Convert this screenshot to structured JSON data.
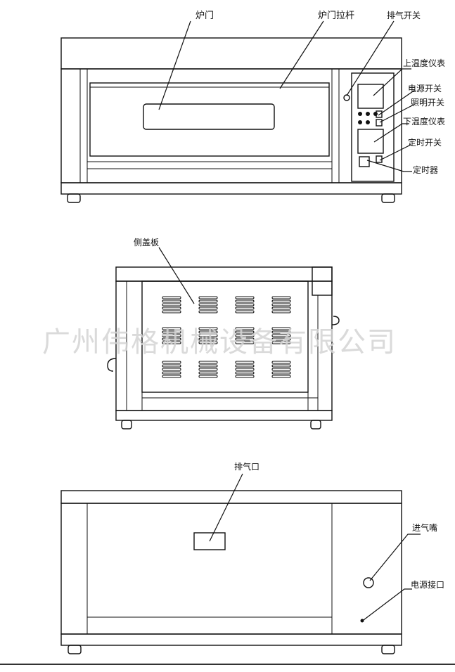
{
  "front_view": {
    "labels": {
      "door": "炉门",
      "door_handle": "炉门拉杆",
      "vent_switch": "排气开关",
      "upper_temp_meter": "上温度仪表",
      "power_switch": "电源开关",
      "light_switch": "照明开关",
      "lower_temp_meter": "下温度仪表",
      "timer_switch": "定时开关",
      "timer": "定时器"
    }
  },
  "side_view": {
    "labels": {
      "side_cover": "侧盖板"
    }
  },
  "rear_view": {
    "labels": {
      "exhaust_port": "排气口",
      "gas_inlet": "进气嘴",
      "power_port": "电源接口"
    }
  },
  "watermark": "广州伟格机械设备有限公司"
}
